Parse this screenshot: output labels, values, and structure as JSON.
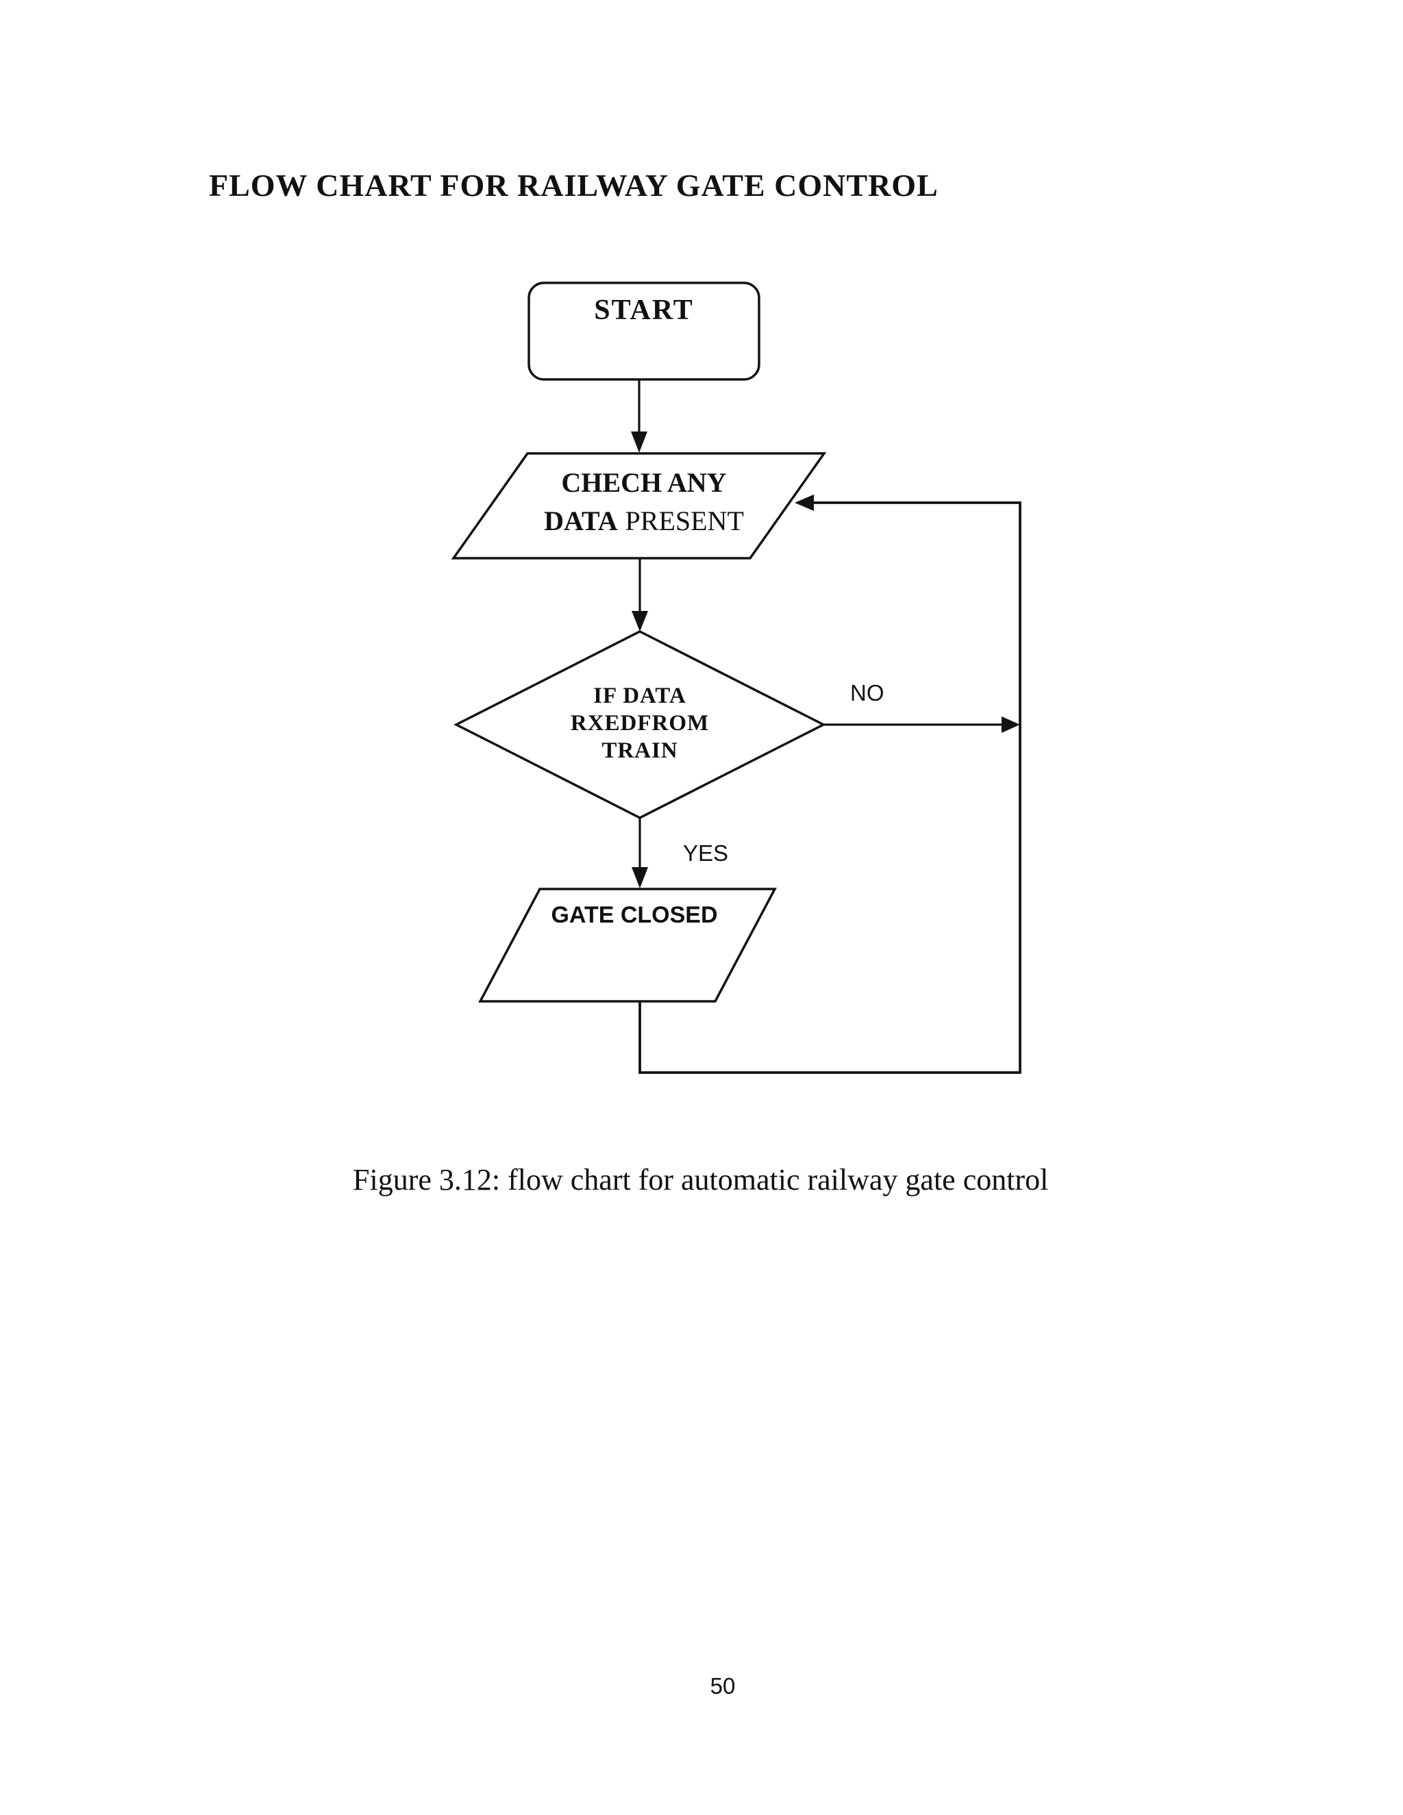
{
  "page": {
    "title": "FLOW CHART FOR RAILWAY GATE CONTROL",
    "caption": "Figure 3.12: flow chart for automatic railway gate control",
    "page_number": "50"
  },
  "flowchart": {
    "start_label": "START",
    "check_node": {
      "line1": "CHECH ANY",
      "line2_bold": "DATA",
      "line2_rest": "PRESENT"
    },
    "decision_node": {
      "line1": "IF DATA",
      "line2": "RXEDFROM",
      "line3": "TRAIN"
    },
    "gate_node": {
      "label": "GATE CLOSED"
    },
    "branches": {
      "no": "NO",
      "yes": "YES"
    },
    "colors": {
      "ink": "#131313",
      "paper": "#ffffff"
    }
  }
}
